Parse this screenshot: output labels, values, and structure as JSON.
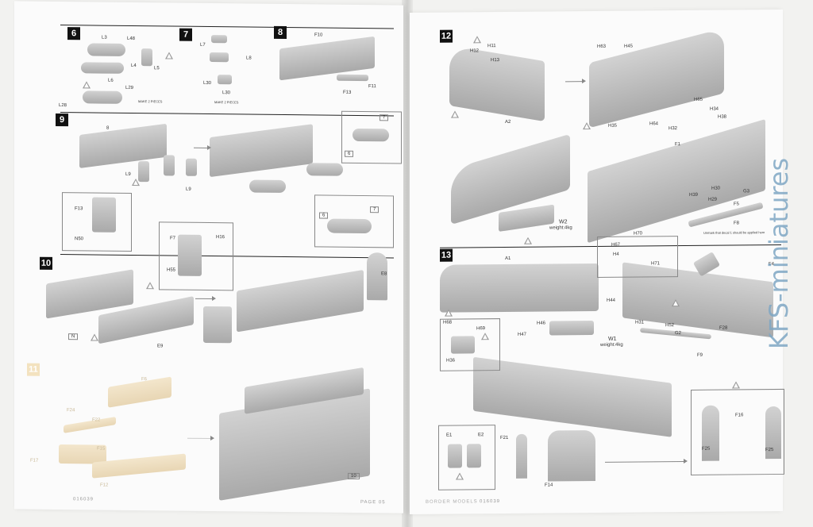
{
  "left_page": {
    "steps": [
      "6",
      "7",
      "8",
      "9",
      "10",
      "11"
    ],
    "labels": {
      "s6": [
        "L3",
        "L48",
        "L4",
        "L5",
        "L6",
        "L29",
        "L28"
      ],
      "s6_note": "MAKE 2 PIECES",
      "s7": [
        "L7",
        "L8",
        "L30",
        "L30"
      ],
      "s7_note": "MAKE 2 PIECES",
      "s8": [
        "F10",
        "F11",
        "F13"
      ],
      "s9": [
        "8",
        "L9",
        "L9",
        "F13",
        "N50",
        "7",
        "6",
        "6",
        "7"
      ],
      "s10": [
        "F7",
        "H16",
        "H55",
        "E8",
        "E9",
        "N"
      ],
      "s11": [
        "F6",
        "F24",
        "F22",
        "F15",
        "F17",
        "F12",
        "10"
      ]
    },
    "footer_left": "016039",
    "footer_right": "PAGE 05"
  },
  "right_page": {
    "steps": [
      "12",
      "13"
    ],
    "labels": {
      "s12": [
        "H12",
        "H11",
        "H13",
        "A2",
        "H63",
        "H45",
        "H65",
        "H34",
        "H38",
        "H35",
        "H64",
        "H32",
        "F1",
        "W2",
        "H39",
        "H30",
        "H29",
        "G3",
        "F5",
        "F8"
      ],
      "s12_weight": "weight:4kg",
      "s12_note": "Unmark that decal 1 should be applied here",
      "s13": [
        "A1",
        "H67",
        "H70",
        "H4",
        "H71",
        "H44",
        "F4",
        "H68",
        "H69",
        "H46",
        "H47",
        "H36",
        "H31",
        "H52",
        "F28",
        "G2",
        "W1",
        "F9",
        "E1",
        "E2",
        "F21",
        "F14",
        "F16",
        "F25",
        "F25"
      ],
      "s13_weight": "weight:4kg"
    },
    "footer_brand": "BORDER MODELS",
    "footer_code": "016039"
  },
  "watermark": "KFS-miniatures"
}
